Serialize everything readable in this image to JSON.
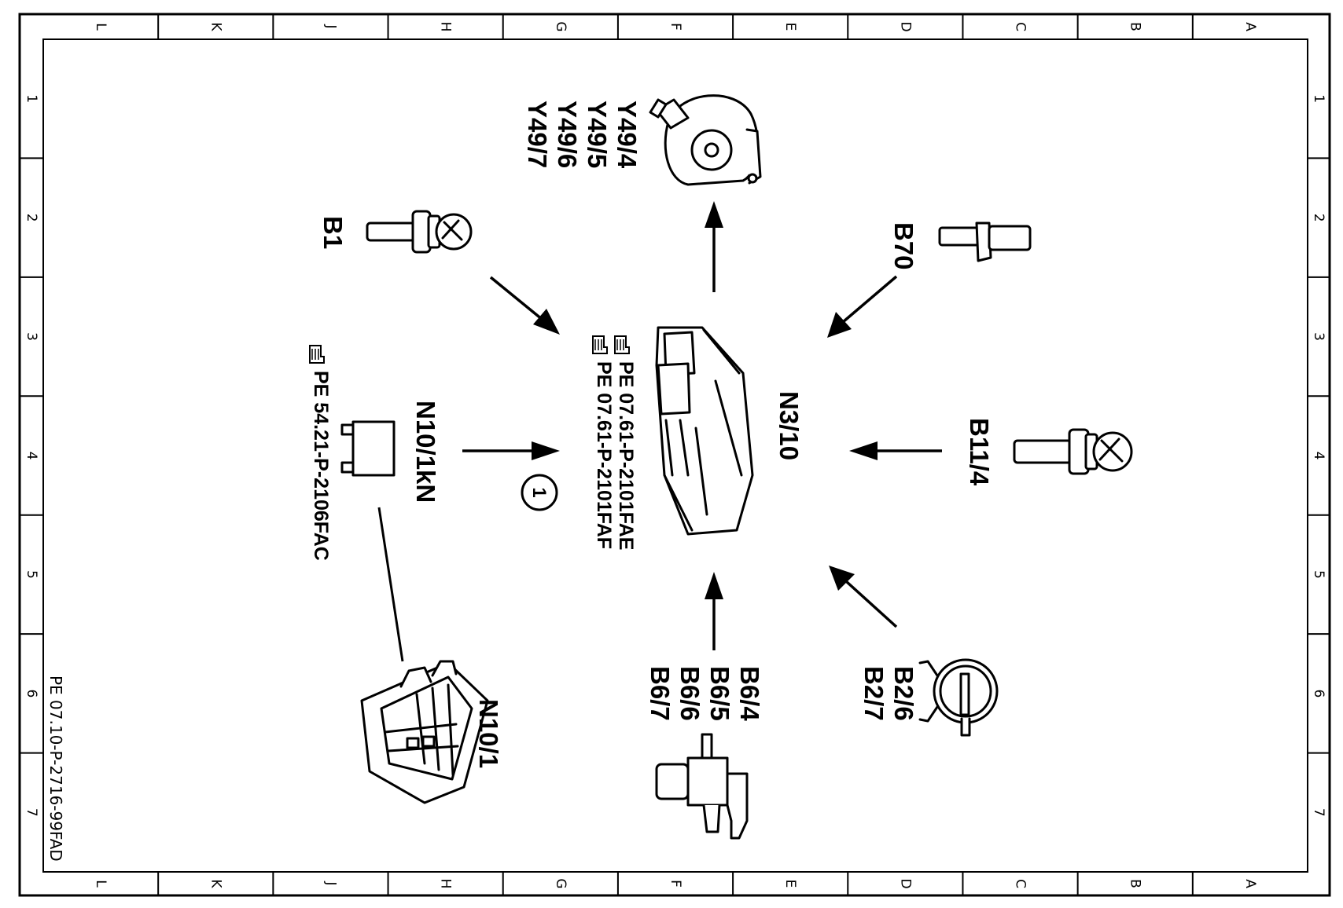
{
  "frame": {
    "column_letters": [
      "L",
      "K",
      "J",
      "H",
      "G",
      "F",
      "E",
      "D",
      "C",
      "B",
      "A"
    ],
    "row_numbers": [
      "1",
      "2",
      "3",
      "4",
      "5",
      "6",
      "7"
    ]
  },
  "components": {
    "y49": {
      "labels": [
        "Y49/4",
        "Y49/5",
        "Y49/6",
        "Y49/7"
      ],
      "icon": "camshaft-solenoid-icon"
    },
    "b1": {
      "label": "B1",
      "icon": "temperature-sensor-icon"
    },
    "b70": {
      "label": "B70",
      "icon": "crankshaft-sensor-icon"
    },
    "n3_10": {
      "label": "N3/10",
      "icon": "engine-control-unit-icon"
    },
    "b11_4": {
      "label": "B11/4",
      "icon": "coolant-sensor-icon"
    },
    "n10_1kn": {
      "label": "N10/1kN",
      "icon": "relay-icon"
    },
    "n10_1": {
      "label": "N10/1",
      "icon": "fuse-relay-module-icon"
    },
    "b2": {
      "labels": [
        "B2/6",
        "B2/7"
      ],
      "icon": "hot-film-mass-air-flow-sensor-icon"
    },
    "b6": {
      "labels": [
        "B6/4",
        "B6/5",
        "B6/6",
        "B6/7"
      ],
      "icon": "camshaft-hall-sensor-icon"
    }
  },
  "references": {
    "ecu_refs": [
      "PE  07.61-P-2101FAE",
      "PE  07.61-P-2101FAF"
    ],
    "relay_ref": "PE  54.21-P-2106FAC",
    "hand_icon": "pointing-hand-icon"
  },
  "callout": "1",
  "document_id": "PE 07.10-P-2716-99FAD"
}
